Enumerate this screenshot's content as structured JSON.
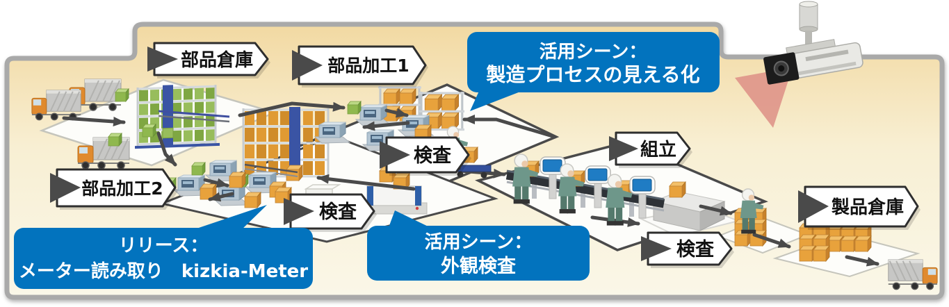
{
  "diagram": {
    "process_labels": {
      "parts_warehouse": "部品倉庫",
      "parts_processing_1": "部品加工1",
      "parts_processing_2": "部品加工2",
      "inspection_1": "検査",
      "inspection_2": "検査",
      "inspection_3": "検査",
      "assembly": "組立",
      "product_warehouse": "製品倉庫"
    },
    "callouts": {
      "process_visualization": {
        "line1": "活用シーン：",
        "line2": "製造プロセスの見える化"
      },
      "meter_reading": {
        "line1": "リリース：",
        "line2": "メーター読み取り　kizkia-Meter"
      },
      "visual_inspection": {
        "line1": "活用シーン：",
        "line2": "外観検査"
      }
    },
    "colors": {
      "callout_blue": "#0273BE",
      "background_top": "#F2D9A2",
      "background_bottom": "#FAF7E8",
      "arrow_gray": "#4A4A4A",
      "camera_beam_pink": "#DE9288"
    }
  }
}
